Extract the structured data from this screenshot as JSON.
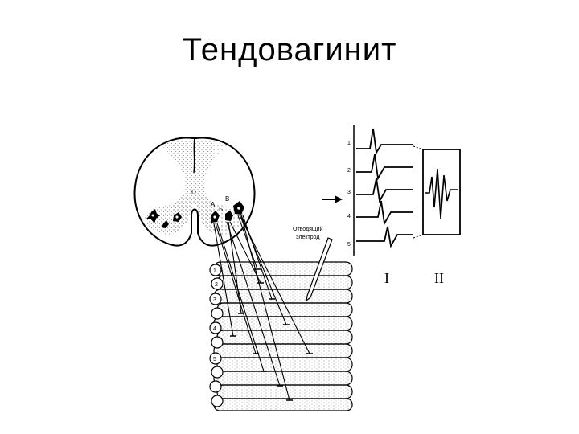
{
  "slide": {
    "title": "Тендовагинит"
  },
  "spinal_cord": {
    "labels": [
      "D",
      "A",
      "Б",
      "В"
    ]
  },
  "electrode": {
    "label_line1": "Отводящий",
    "label_line2": "электрод"
  },
  "traces": {
    "numbers": [
      "1",
      "2",
      "3",
      "4",
      "5"
    ]
  },
  "muscle": {
    "fiber_numbers": [
      "1",
      "2",
      "3",
      "4",
      "5"
    ]
  },
  "panels": {
    "left": "I",
    "right": "II"
  }
}
